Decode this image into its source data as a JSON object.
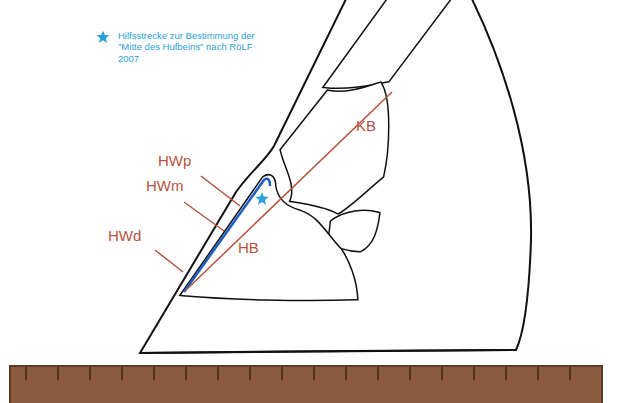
{
  "diagram": {
    "labels": [
      "HWp",
      "HWm",
      "HWd",
      "KB",
      "HB"
    ],
    "legend": [
      {
        "text": "Hilfsstrecke zur Bestimmung der \"Mitte des Hufbeins\" nach RöLF 2007"
      }
    ]
  }
}
